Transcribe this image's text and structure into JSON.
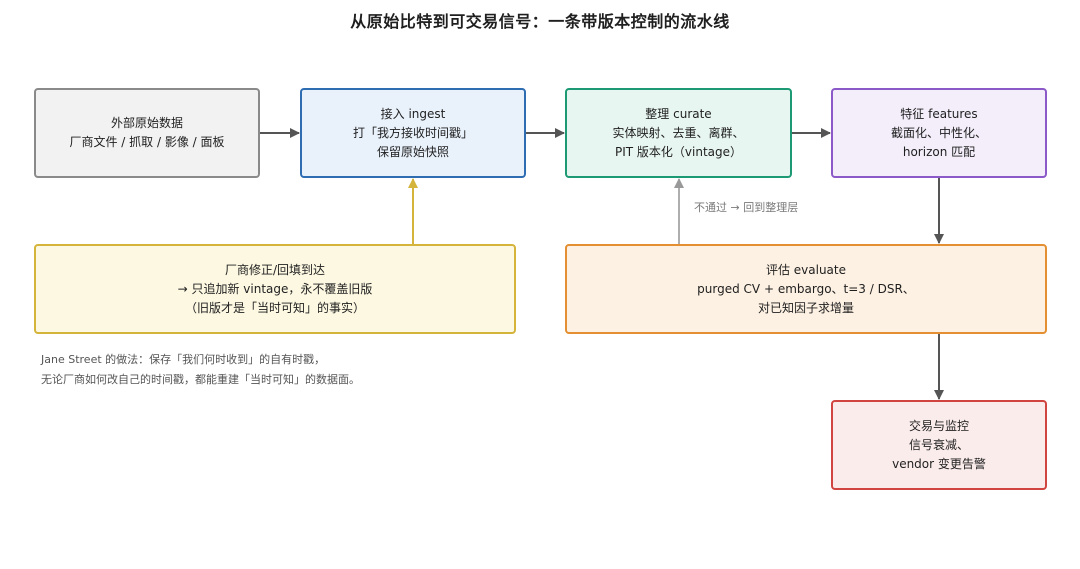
{
  "title": "从原始比特到可交易信号：一条带版本控制的流水线",
  "nodes": {
    "raw": {
      "lines": [
        "外部原始数据",
        "厂商文件 / 抓取 / 影像 / 面板"
      ]
    },
    "ingest": {
      "lines": [
        "接入 ingest",
        "打「我方接收时间戳」",
        "保留原始快照"
      ]
    },
    "curate": {
      "lines": [
        "整理 curate",
        "实体映射、去重、离群、",
        "PIT 版本化（vintage）"
      ]
    },
    "features": {
      "lines": [
        "特征 features",
        "截面化、中性化、",
        "horizon 匹配"
      ]
    },
    "vendor": {
      "lines": [
        "厂商修正/回填到达",
        "→ 只追加新 vintage，永不覆盖旧版",
        "（旧版才是「当时可知」的事实）"
      ]
    },
    "evaluate": {
      "lines": [
        "评估 evaluate",
        "purged CV + embargo、t=3 / DSR、",
        "对已知因子求增量"
      ]
    },
    "trade": {
      "lines": [
        "交易与监控",
        "信号衰减、",
        "vendor 变更告警"
      ]
    }
  },
  "edge_label": "不通过 → 回到整理层",
  "note": {
    "line1": "Jane Street 的做法：保存「我们何时收到」的自有时戳，",
    "line2": "无论厂商如何改自己的时间戳，都能重建「当时可知」的数据面。"
  },
  "colors": {
    "arrow": "#555555",
    "arrow_vendor": "#d4b43b",
    "arrow_feedback": "#999999"
  }
}
